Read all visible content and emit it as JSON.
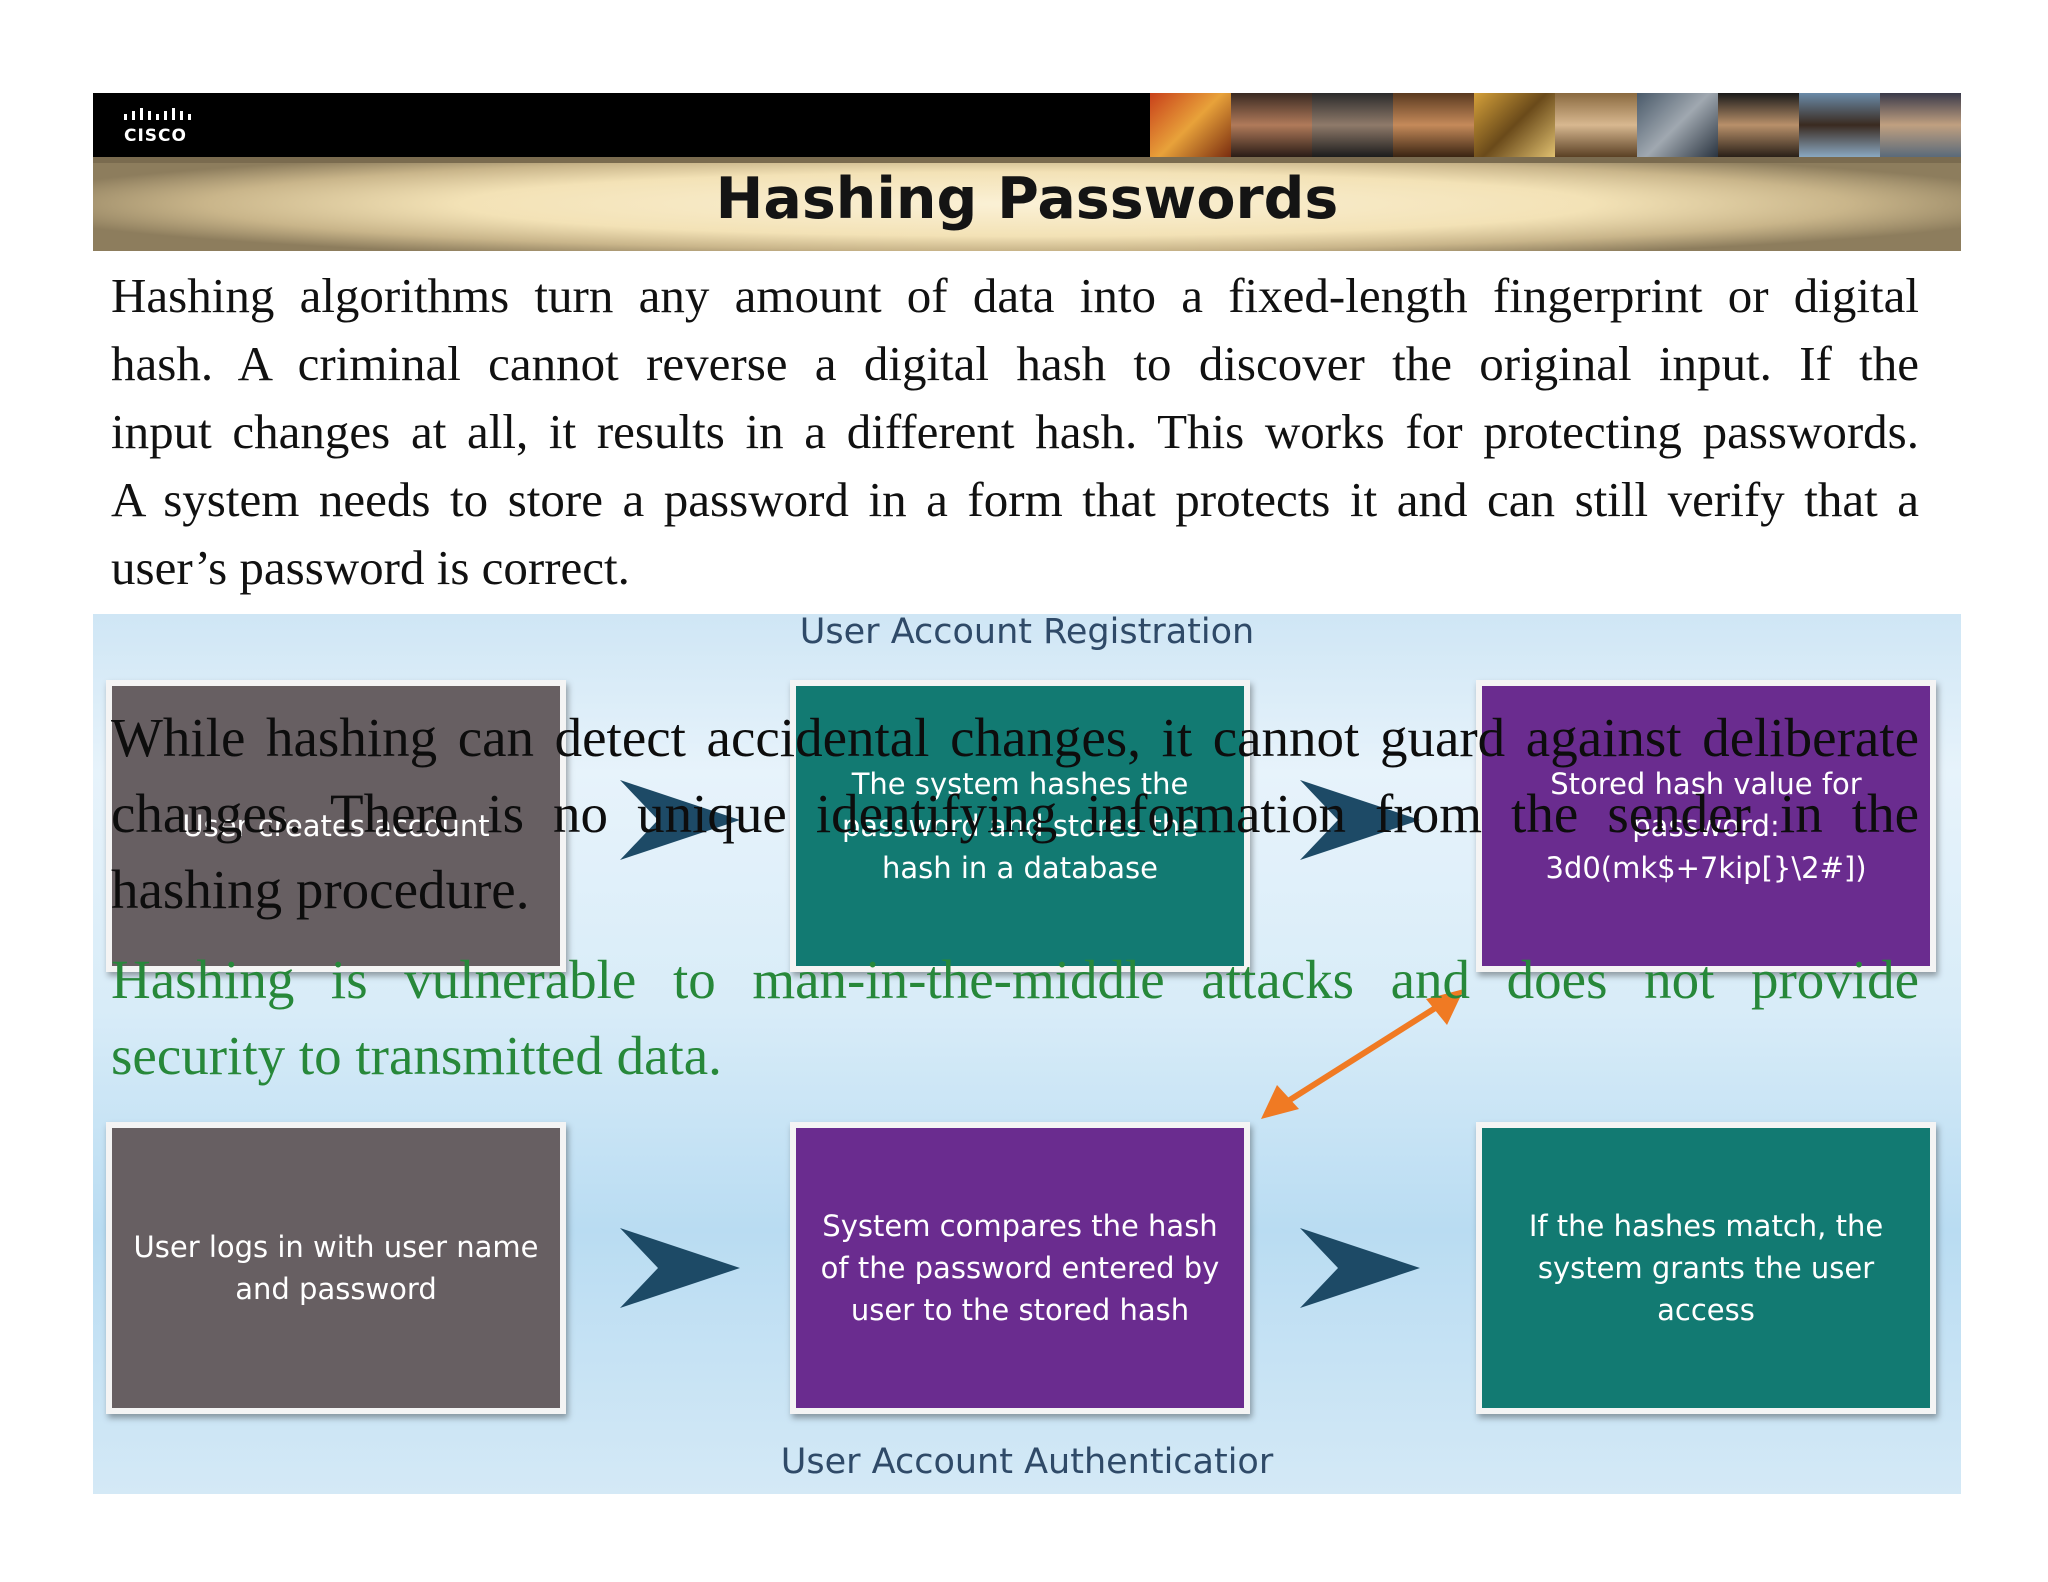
{
  "header": {
    "brand": "CISCO",
    "title": "Hashing Passwords"
  },
  "body": {
    "paragraph1_lines": [
      "Hashing algorithms turn any amount of data into a fixed-length fingerprint or digital",
      "hash. A criminal cannot reverse a digital hash to discover the original input. If the",
      "input changes at all, it results in a different hash. This works for protecting passwords.",
      "A system needs to store a password in a form that protects it and can still verify that a",
      "user’s password is correct."
    ],
    "paragraph2_lines": [
      "While hashing can detect accidental changes, it cannot guard against deliberate",
      "changes. There is no unique identifying information from the sender in the",
      "hashing procedure."
    ],
    "paragraph3_lines": [
      "Hashing is vulnerable to man-in-the-middle attacks and does not provide",
      "security to transmitted data."
    ]
  },
  "diagram": {
    "registration_title": "User Account Registration",
    "authentication_title": "User Account Authenticatior",
    "registration_steps": [
      "User creates account",
      "The system hashes the password and stores the hash in a database",
      "Stored hash value for password: 3d0(mk$+7kip[}\\2#])"
    ],
    "authentication_steps": [
      "User logs in with user name and password",
      "System compares the hash of the password entered by user to the stored hash",
      "If the hashes match, the system grants the user access"
    ],
    "colors": {
      "gray_box": "#675f62",
      "teal_box": "#127a72",
      "purple_box": "#6a2c8f",
      "arrow": "#1d4a66",
      "compare_arrow": "#f07a23"
    }
  }
}
